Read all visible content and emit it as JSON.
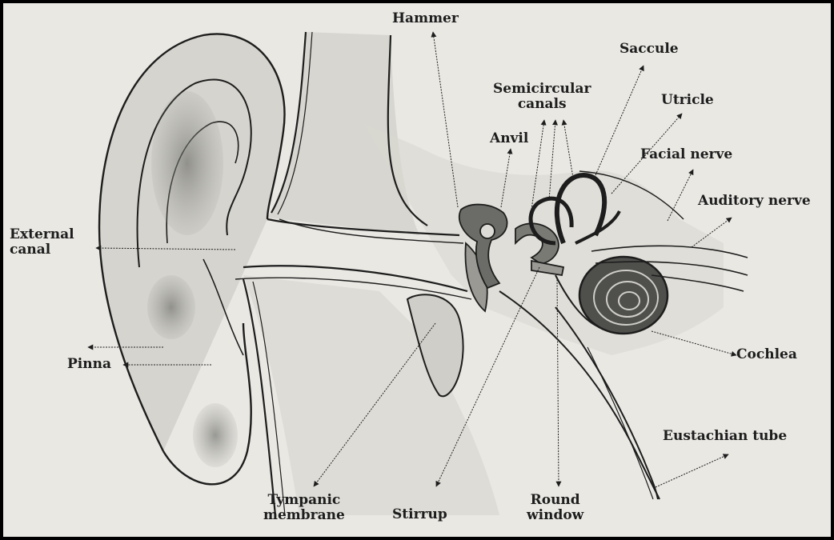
{
  "labels": {
    "hammer": "Hammer",
    "saccule": "Saccule",
    "semicircular_canals": [
      "Semicircular",
      "canals"
    ],
    "utricle": "Utricle",
    "anvil": "Anvil",
    "facial_nerve": "Facial nerve",
    "auditory_nerve": "Auditory nerve",
    "external_canal": [
      "External",
      "canal"
    ],
    "pinna": "Pinna",
    "cochlea": "Cochlea",
    "eustachian_tube": "Eustachian tube",
    "tympanic_membrane": [
      "Tympanic",
      "membrane"
    ],
    "stirrup": "Stirrup",
    "round_window": [
      "Round",
      "window"
    ]
  },
  "colors": {
    "background": "#e9e8e3",
    "ink": "#1d1d1d",
    "shade": "#8a8a86",
    "frame": "#000000"
  }
}
